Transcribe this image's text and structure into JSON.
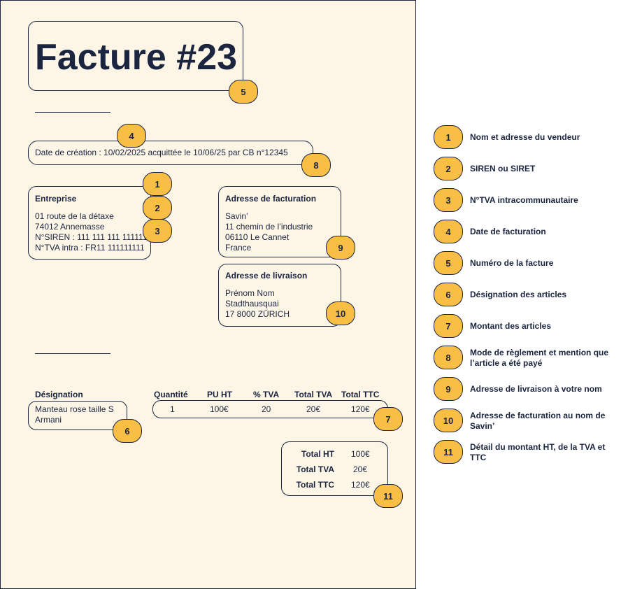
{
  "invoice": {
    "title": "Facture #23",
    "date_line": "Date de création : 10/02/2025 acquittée le 10/06/25 par CB n°12345"
  },
  "seller": {
    "heading": "Entreprise",
    "line1": "01 route de la détaxe",
    "line2": "74012 Annemasse",
    "siren": "N°SIREN : 111 111 111 111111",
    "tva": "N°TVA intra : FR11 111111111"
  },
  "billing": {
    "heading": "Adresse de facturation",
    "line1": "Savin’",
    "line2": "11 chemin de l’industrie",
    "line3": "06110 Le Cannet",
    "line4": "France"
  },
  "delivery": {
    "heading": "Adresse de livraison",
    "line1": "Prénom Nom",
    "line2": "Stadthausquai",
    "line3": "17 8000 ZÜRICH"
  },
  "table": {
    "headers": [
      "Désignation",
      "Quantité",
      "PU HT",
      "% TVA",
      "Total TVA",
      "Total TTC"
    ],
    "item_line1": "Manteau rose taille S",
    "item_line2": "Armani",
    "values": [
      "1",
      "100€",
      "20",
      "20€",
      "120€"
    ]
  },
  "totals": [
    {
      "label": "Total HT",
      "value": "100€"
    },
    {
      "label": "Total TVA",
      "value": "20€"
    },
    {
      "label": "Total TTC",
      "value": "120€"
    }
  ],
  "markers": [
    "1",
    "2",
    "3",
    "4",
    "5",
    "6",
    "7",
    "8",
    "9",
    "10",
    "11"
  ],
  "legend": [
    {
      "num": "1",
      "text": "Nom et adresse du vendeur"
    },
    {
      "num": "2",
      "text": "SIREN ou SIRET"
    },
    {
      "num": "3",
      "text": "N°TVA intracommunautaire"
    },
    {
      "num": "4",
      "text": "Date de facturation"
    },
    {
      "num": "5",
      "text": "Numéro de la facture"
    },
    {
      "num": "6",
      "text": "Désignation des articles"
    },
    {
      "num": "7",
      "text": "Montant des articles"
    },
    {
      "num": "8",
      "text": "Mode de règlement et mention que l’article a été payé"
    },
    {
      "num": "9",
      "text": "Adresse de livraison à votre nom"
    },
    {
      "num": "10",
      "text": "Adresse de facturation au nom de Savin’"
    },
    {
      "num": "11",
      "text": "Détail du montant HT, de la TVA et TTC"
    }
  ],
  "colors": {
    "paper": "#fdf6e7",
    "marker": "#f9bf45",
    "ink": "#1b2540"
  }
}
